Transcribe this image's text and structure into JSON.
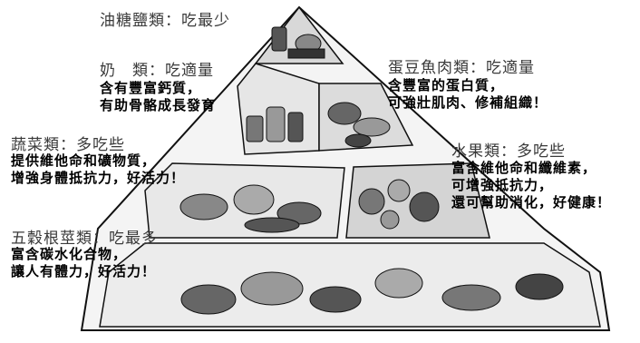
{
  "food_pyramid": {
    "tiers": [
      {
        "category": "油糖鹽類：吃最少",
        "lines": []
      },
      {
        "category": "奶　類：吃適量",
        "lines": [
          "含有豐富鈣質，",
          "有助骨骼成長發育"
        ]
      },
      {
        "category": "蛋豆魚肉類：吃適量",
        "lines": [
          "含豐富的蛋白質，",
          "可強壯肌肉、修補組織！"
        ]
      },
      {
        "category": "蔬菜類：多吃些",
        "lines": [
          "提供維他命和礦物質，",
          "增強身體抵抗力，好活力！"
        ]
      },
      {
        "category": "水果類：多吃些",
        "lines": [
          "富含維他命和纖維素，",
          "可增強抵抗力，",
          "還可幫助消化，好健康！"
        ]
      },
      {
        "category": "五穀根莖類：吃最多",
        "lines": [
          "富含碳水化合物，",
          "讓人有體力，好活力！"
        ]
      }
    ]
  }
}
